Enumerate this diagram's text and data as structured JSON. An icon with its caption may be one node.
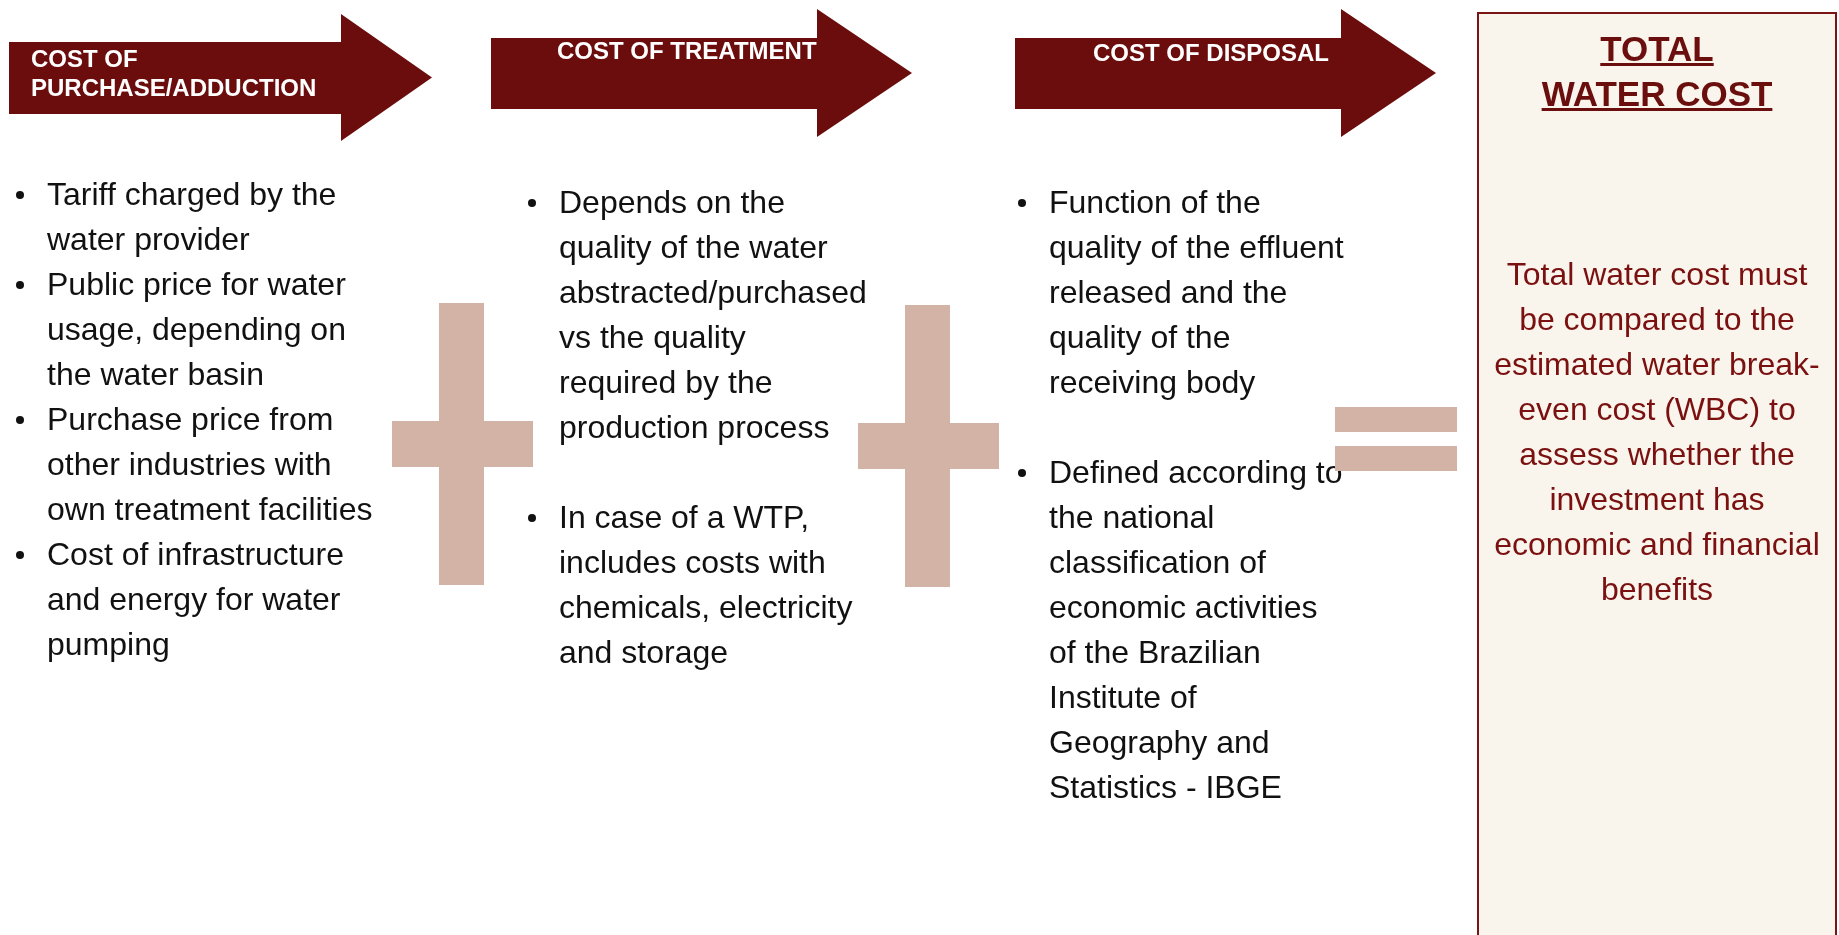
{
  "diagram": {
    "nodes": [
      {
        "text": [
          "COST OF PURCHASE/ADDUCTION"
        ]
      },
      {
        "text": [
          "COST OF TREATMENT"
        ]
      },
      {
        "text": [
          "COST OF DISPOSAL"
        ]
      },
      {
        "text": [
          "TOTAL WATER COST",
          "Total water cost must be compared to the estimated water break-even cost (WBC) to assess whether the investment has economic and financial benefits"
        ]
      }
    ],
    "labels": [
      "Tariff charged by the water provider",
      "Public price for water usage, depending on the water basin",
      "Purchase price from other industries with own treatment facilities",
      "Cost of infrastructure and energy for water pumping",
      "Depends on the quality of the water abstracted/purchased vs the quality required by the production process",
      "In case of a WTP, includes costs with chemicals, electricity and storage",
      "Function of the quality of the effluent released and the quality of the receiving body",
      "Defined according to the national classification of economic activities of the Brazilian Institute of Geography and Statistics - IBGE"
    ]
  }
}
